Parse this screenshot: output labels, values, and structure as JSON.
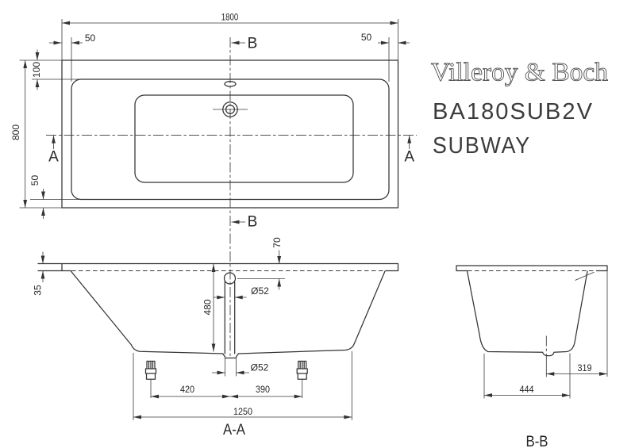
{
  "brand": {
    "logo": "Villeroy & Boch",
    "model": "BA180SUB2V",
    "series": "SUBWAY"
  },
  "plan": {
    "dim_length": "1800",
    "dim_offset_left": "50",
    "dim_offset_right": "50",
    "dim_offset_top": "100",
    "dim_width": "800",
    "dim_offset_bottom": "50",
    "marker_a": "A",
    "marker_b": "B"
  },
  "section_aa": {
    "label": "A-A",
    "dim_rim_height": "35",
    "dim_overflow_depth": "70",
    "dim_total_height": "480",
    "dim_overflow_dia": "Ø52",
    "dim_drain_dia": "Ø52",
    "dim_foot_to_drain_left": "420",
    "dim_foot_to_drain_right": "390",
    "dim_base_length": "1250"
  },
  "section_bb": {
    "label": "B-B",
    "dim_base_width": "444",
    "dim_drain_offset": "319"
  }
}
